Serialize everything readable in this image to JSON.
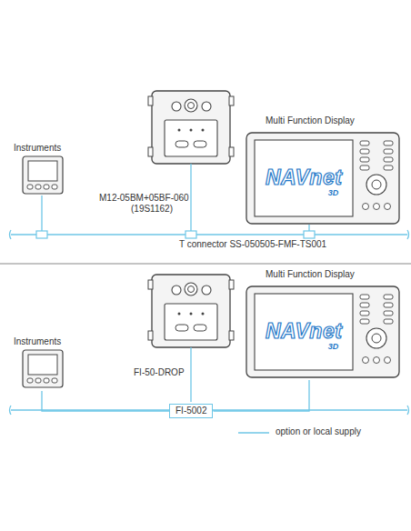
{
  "diagram": {
    "nodes": [
      {
        "text": [
          "Instruments"
        ]
      },
      {
        "text": [
          "Multi Function Display",
          "NAVnet",
          "3D"
        ]
      },
      {
        "text": [
          "Instruments"
        ]
      },
      {
        "text": [
          "Multi Function Display",
          "NAVnet",
          "3D"
        ]
      },
      {
        "text": [
          "FI-5002"
        ]
      }
    ],
    "edges": [
      {
        "from": 2,
        "to": 4,
        "arrow": "none"
      },
      {
        "from": 3,
        "to": 4,
        "arrow": "none"
      }
    ],
    "labels": [
      "M12-05BM+05BF-060",
      "(19S1162)",
      "T connector SS-050505-FMF-TS001",
      "FI-50-DROP"
    ],
    "legend": [
      {
        "text": "option or local supply"
      }
    ]
  }
}
